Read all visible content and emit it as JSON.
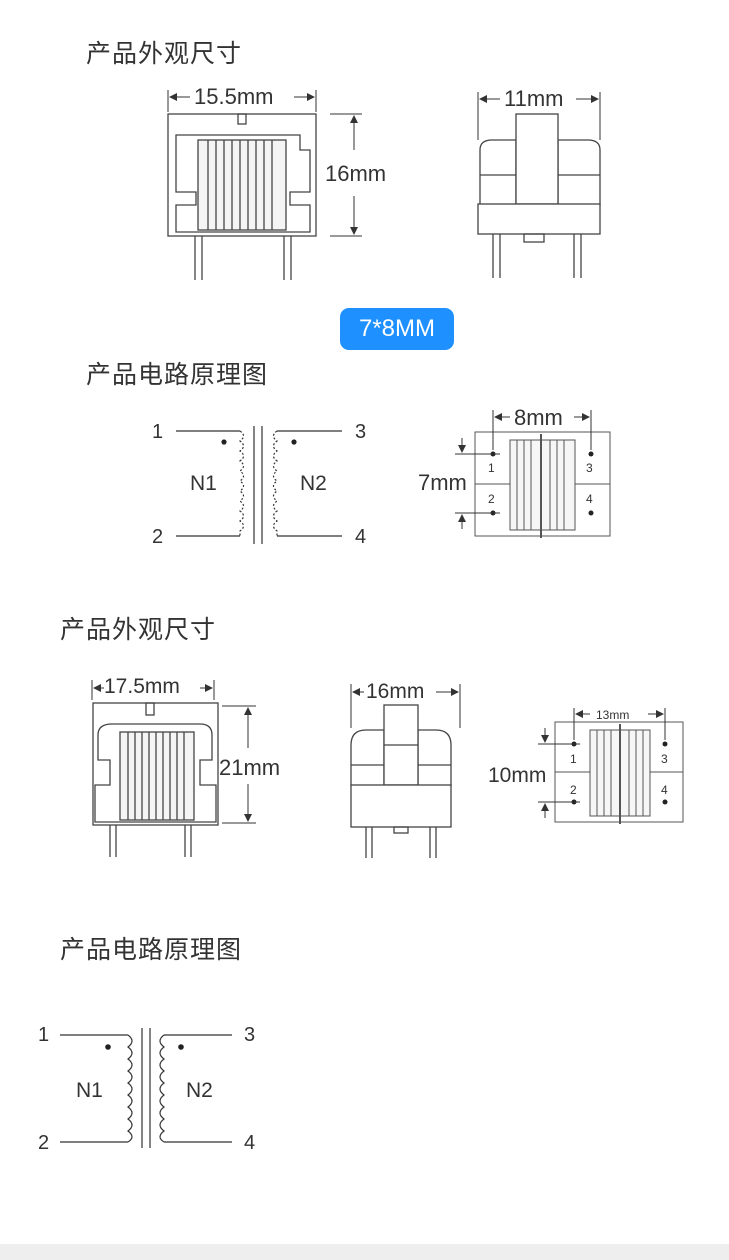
{
  "section1": {
    "heading": "产品外观尺寸",
    "width_label": "15.5mm",
    "height_label": "16mm",
    "depth_label": "11mm"
  },
  "badge": {
    "text": "7*8MM",
    "color": "#1e90ff"
  },
  "section2": {
    "heading": "产品电路原理图",
    "pins": [
      "1",
      "2",
      "3",
      "4"
    ],
    "coils": [
      "N1",
      "N2"
    ],
    "pitch_label": "8mm",
    "row_label": "7mm",
    "pin_marks": [
      "1",
      "2",
      "3",
      "4"
    ]
  },
  "section3": {
    "heading": "产品外观尺寸",
    "width_label": "17.5mm",
    "height_label": "21mm",
    "depth_label": "16mm",
    "pitch_label": "13mm",
    "row_label": "10mm",
    "pin_marks": [
      "1",
      "2",
      "3",
      "4"
    ]
  },
  "section4": {
    "heading": "产品电路原理图",
    "pins": [
      "1",
      "2",
      "3",
      "4"
    ],
    "coils": [
      "N1",
      "N2"
    ]
  }
}
